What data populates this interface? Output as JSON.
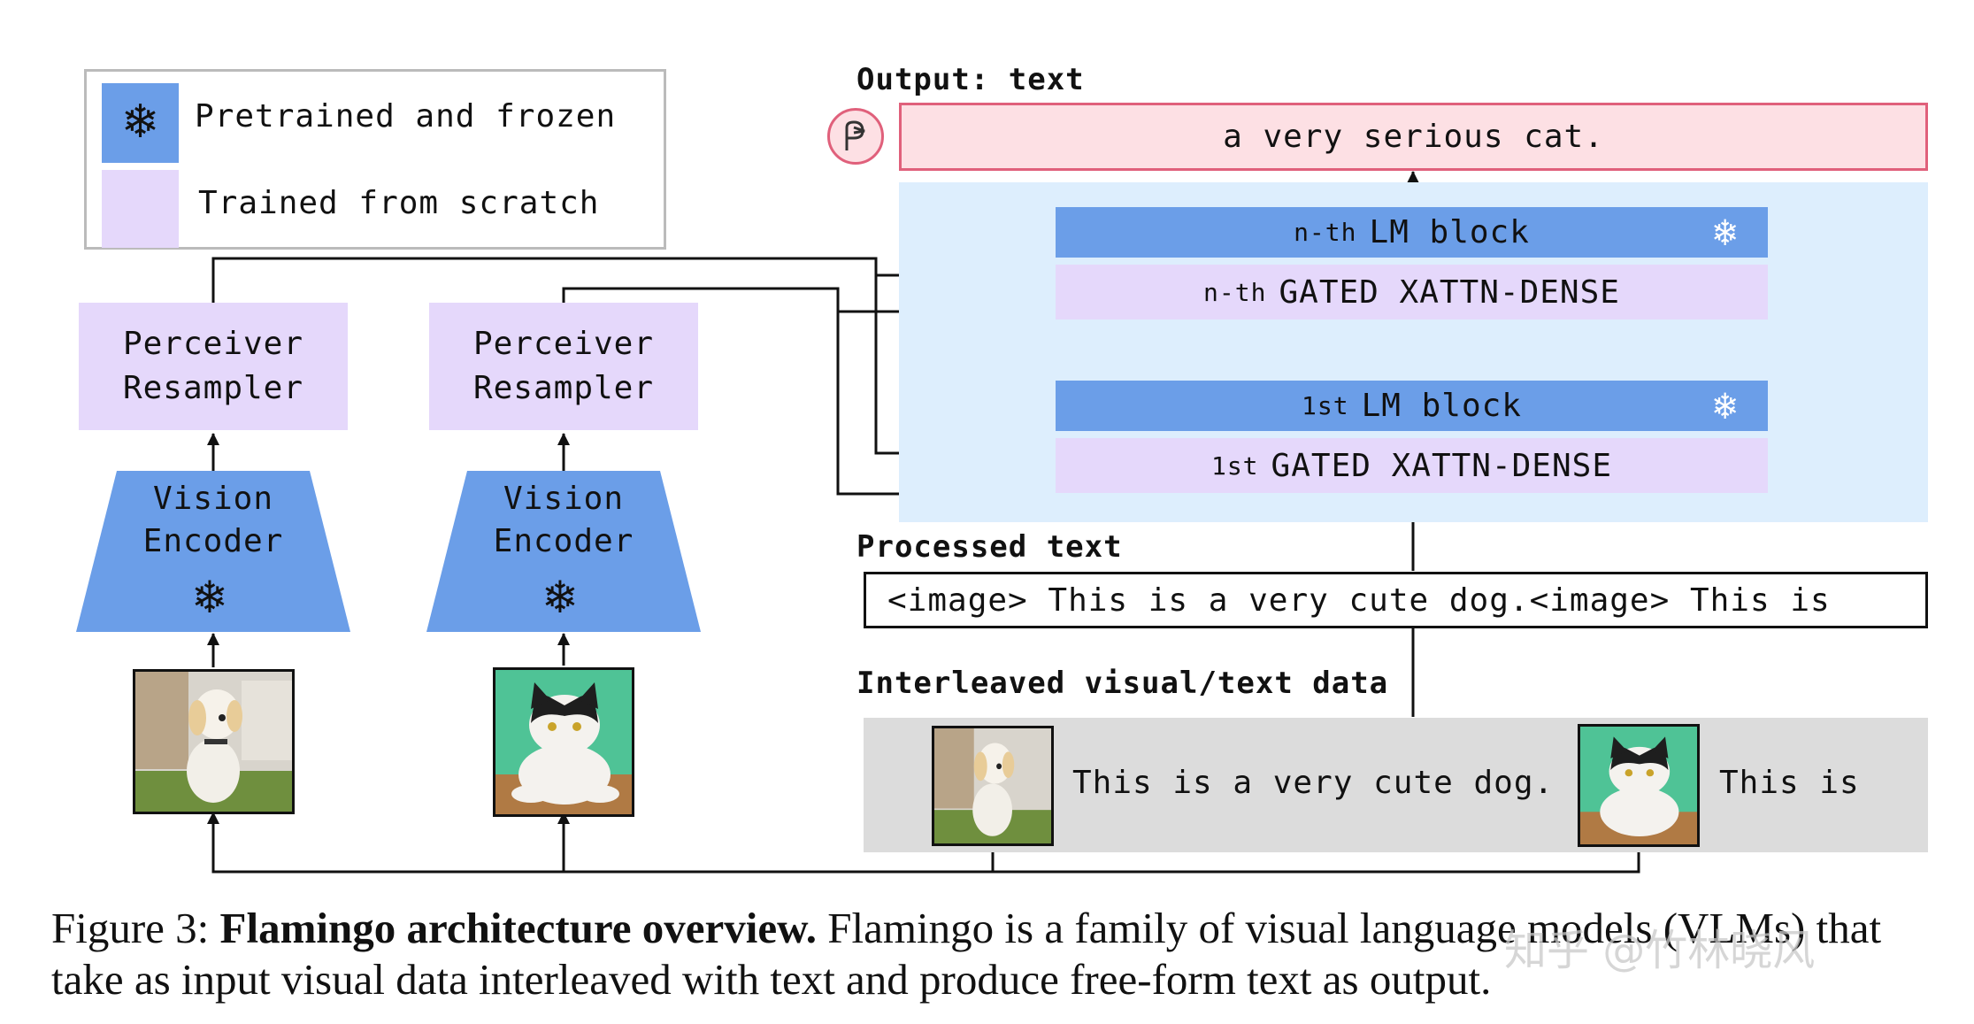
{
  "legend": {
    "frozen_label": "Pretrained and frozen",
    "scratch_label": "Trained from scratch"
  },
  "left_column": {
    "resampler": "Perceiver\nResampler",
    "encoder": "Vision\nEncoder",
    "image": "dog-photo"
  },
  "mid_column": {
    "resampler": "Perceiver\nResampler",
    "encoder": "Vision\nEncoder",
    "image": "cat-photo"
  },
  "output": {
    "title": "Output: text",
    "text": "a very serious cat."
  },
  "lm": {
    "nth_prefix": "n-th",
    "lm_block": "LM block",
    "xattn": "GATED XATTN-DENSE",
    "first_prefix": "1st"
  },
  "processed": {
    "title": "Processed text",
    "text": "<image> This is a very cute dog.<image> This is"
  },
  "interleaved": {
    "title": "Interleaved visual/text data",
    "text1": "This is a very cute dog.",
    "text2": "This is"
  },
  "caption": {
    "figure": "Figure 3:",
    "bold": "Flamingo architecture overview.",
    "rest": "Flamingo is a family of visual language models (VLMs) that take as input visual data interleaved with text and produce free-form text as output."
  },
  "watermark": "知乎 @竹林晓风",
  "colors": {
    "frozen": "#6b9ee8",
    "scratch": "#e5d8fb",
    "lm_background": "#ddeefd",
    "output": "#fde0e4",
    "output_border": "#e0607b"
  }
}
